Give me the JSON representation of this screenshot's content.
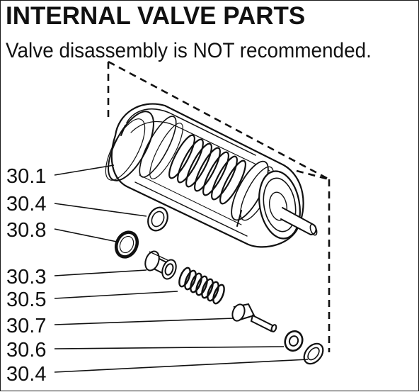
{
  "header": {
    "title": "INTERNAL VALVE PARTS",
    "subtitle": "Valve disassembly is NOT recommended."
  },
  "callouts": [
    {
      "id": "c1",
      "label": "30.1",
      "part": "valve cartridge assembly"
    },
    {
      "id": "c2",
      "label": "30.4",
      "part": "upper washer"
    },
    {
      "id": "c3",
      "label": "30.8",
      "part": "o-ring"
    },
    {
      "id": "c4",
      "label": "30.3",
      "part": "seat"
    },
    {
      "id": "c5",
      "label": "30.5",
      "part": "spring"
    },
    {
      "id": "c6",
      "label": "30.7",
      "part": "stem"
    },
    {
      "id": "c7",
      "label": "30.6",
      "part": "nut"
    },
    {
      "id": "c8",
      "label": "30.4",
      "part": "lower washer"
    }
  ],
  "colors": {
    "line": "#111111",
    "background": "#ffffff"
  }
}
